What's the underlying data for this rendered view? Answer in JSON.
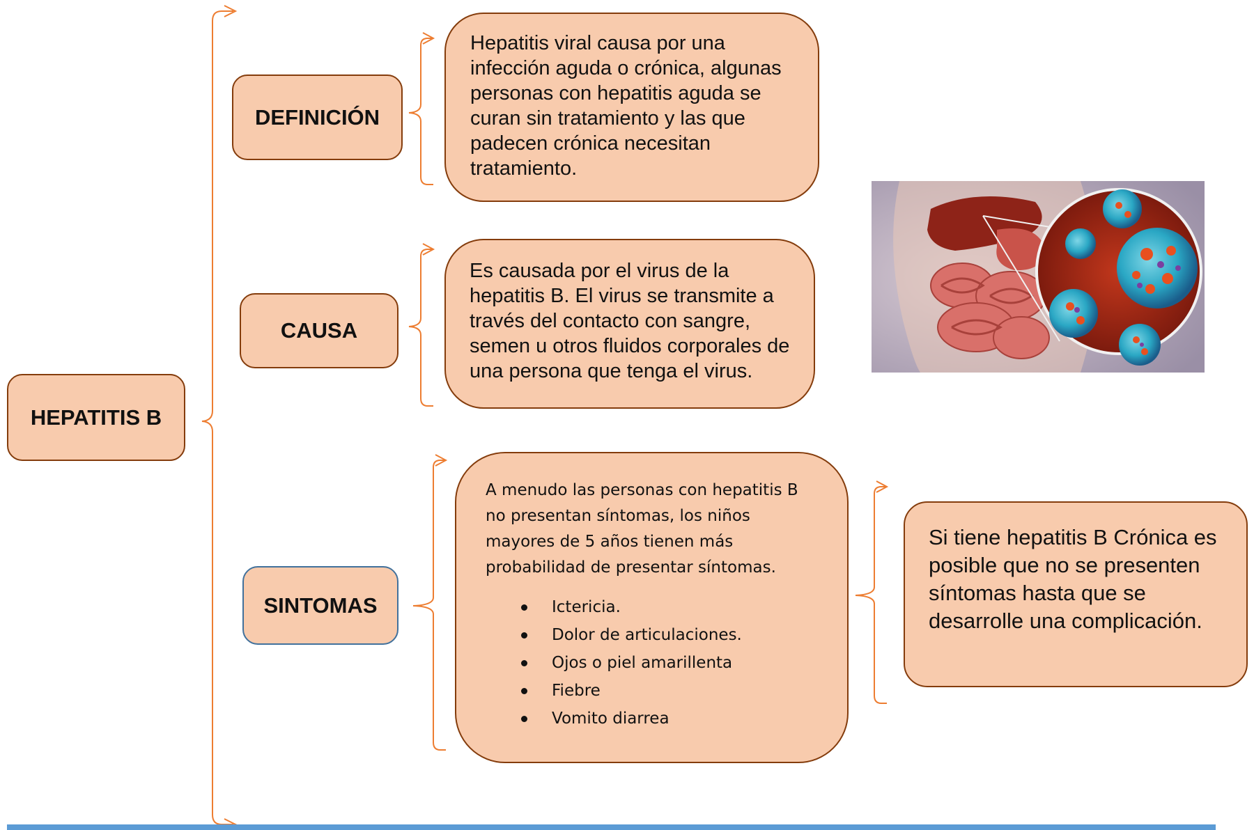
{
  "main_topic": "HEPATITIS B",
  "branches": {
    "definicion": {
      "label": "DEFINICIÓN",
      "text": "Hepatitis viral causa por una infección aguda o crónica, algunas personas con hepatitis aguda se curan sin tratamiento y las que padecen crónica necesitan tratamiento."
    },
    "causa": {
      "label": "CAUSA",
      "text": "Es causada por el virus de la hepatitis B. El virus se transmite a través del contacto con sangre, semen u otros fluidos corporales de una persona que tenga el virus."
    },
    "sintomas": {
      "label": "SINTOMAS",
      "intro": "A menudo las personas con hepatitis B no presentan síntomas, los niños mayores de 5 años tienen más probabilidad de presentar síntomas.",
      "items": [
        "Ictericia.",
        "Dolor de articulaciones.",
        "Ojos o piel amarillenta",
        "Fiebre",
        "Vomito diarrea"
      ],
      "cronica": "Si tiene hepatitis B Crónica es posible que no se presenten síntomas hasta que se desarrolle una complicación."
    }
  },
  "colors": {
    "box_fill": "#f8cbad",
    "box_border": "#843c0c",
    "sintomas_border": "#41719c",
    "connector": "#ed7d31",
    "bottom_bar": "#5b9bd5"
  }
}
